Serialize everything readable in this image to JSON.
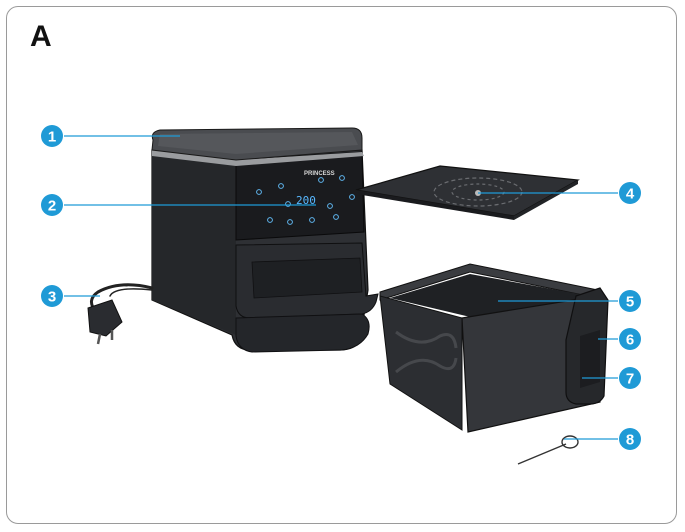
{
  "figure": {
    "label": "A",
    "display_reading": "200",
    "brand_text": "PRINCESS"
  },
  "callouts": [
    {
      "number": "1",
      "part": "lid-top"
    },
    {
      "number": "2",
      "part": "control-panel"
    },
    {
      "number": "3",
      "part": "power-cord"
    },
    {
      "number": "4",
      "part": "crisper-plate"
    },
    {
      "number": "5",
      "part": "basket-interior"
    },
    {
      "number": "6",
      "part": "handle-upper"
    },
    {
      "number": "7",
      "part": "handle-grip"
    },
    {
      "number": "8",
      "part": "wire-tool"
    }
  ],
  "colors": {
    "callout_fill": "#1f9ad6",
    "appliance_body": "#2e3034",
    "appliance_dark": "#1c1d20",
    "lid_top": "#4a4c50",
    "display_blue": "#58b8ff"
  }
}
